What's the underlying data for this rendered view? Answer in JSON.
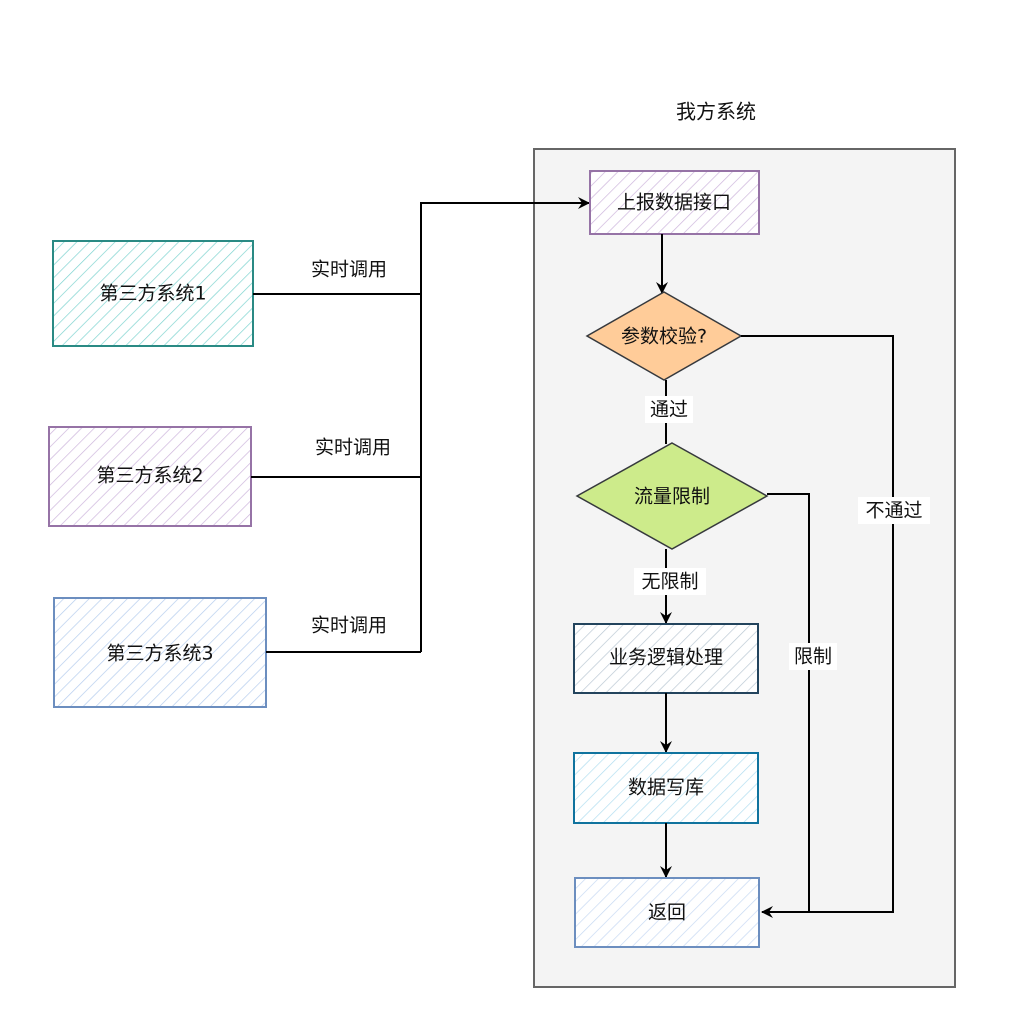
{
  "container": {
    "title": "我方系统",
    "fill": "#f4f4f4",
    "stroke": "#666666"
  },
  "external_systems": [
    {
      "id": "ext1",
      "label": "第三方系统1",
      "stroke": "#2a8a84",
      "hatch": "#7ed3d0",
      "call_label": "实时调用"
    },
    {
      "id": "ext2",
      "label": "第三方系统2",
      "stroke": "#9673a6",
      "hatch": "#cdb5dc",
      "call_label": "实时调用"
    },
    {
      "id": "ext3",
      "label": "第三方系统3",
      "stroke": "#6c8ebf",
      "hatch": "#b5cdee",
      "call_label": "实时调用"
    }
  ],
  "nodes": {
    "report_api": {
      "label": "上报数据接口",
      "shape": "rect",
      "stroke": "#9673a6",
      "hatch": "#cdb5dc"
    },
    "param_check": {
      "label": "参数校验?",
      "shape": "diamond",
      "fill": "#ffcc99",
      "stroke": "#36393d"
    },
    "rate_limit": {
      "label": "流量限制",
      "shape": "diamond",
      "fill": "#cdeb8b",
      "stroke": "#36393d"
    },
    "business_logic": {
      "label": "业务逻辑处理",
      "shape": "rect",
      "stroke": "#23445d",
      "hatch": "#bac8d3"
    },
    "write_db": {
      "label": "数据写库",
      "shape": "rect",
      "stroke": "#10739e",
      "hatch": "#b1ddf0"
    },
    "return": {
      "label": "返回",
      "shape": "rect",
      "stroke": "#6c8ebf",
      "hatch": "#c7d9f3"
    }
  },
  "edges": [
    {
      "from": "ext1",
      "to": "report_api",
      "label": "实时调用"
    },
    {
      "from": "ext2",
      "to": "report_api",
      "label": "实时调用"
    },
    {
      "from": "ext3",
      "to": "report_api",
      "label": "实时调用"
    },
    {
      "from": "report_api",
      "to": "param_check",
      "label": ""
    },
    {
      "from": "param_check",
      "to": "rate_limit",
      "label": "通过"
    },
    {
      "from": "param_check",
      "to": "return",
      "label": "不通过"
    },
    {
      "from": "rate_limit",
      "to": "business_logic",
      "label": "无限制"
    },
    {
      "from": "rate_limit",
      "to": "return",
      "label": "限制"
    },
    {
      "from": "business_logic",
      "to": "write_db",
      "label": ""
    },
    {
      "from": "write_db",
      "to": "return",
      "label": ""
    }
  ],
  "edge_labels": {
    "pass": "通过",
    "fail": "不通过",
    "unlimited": "无限制",
    "limited": "限制"
  }
}
